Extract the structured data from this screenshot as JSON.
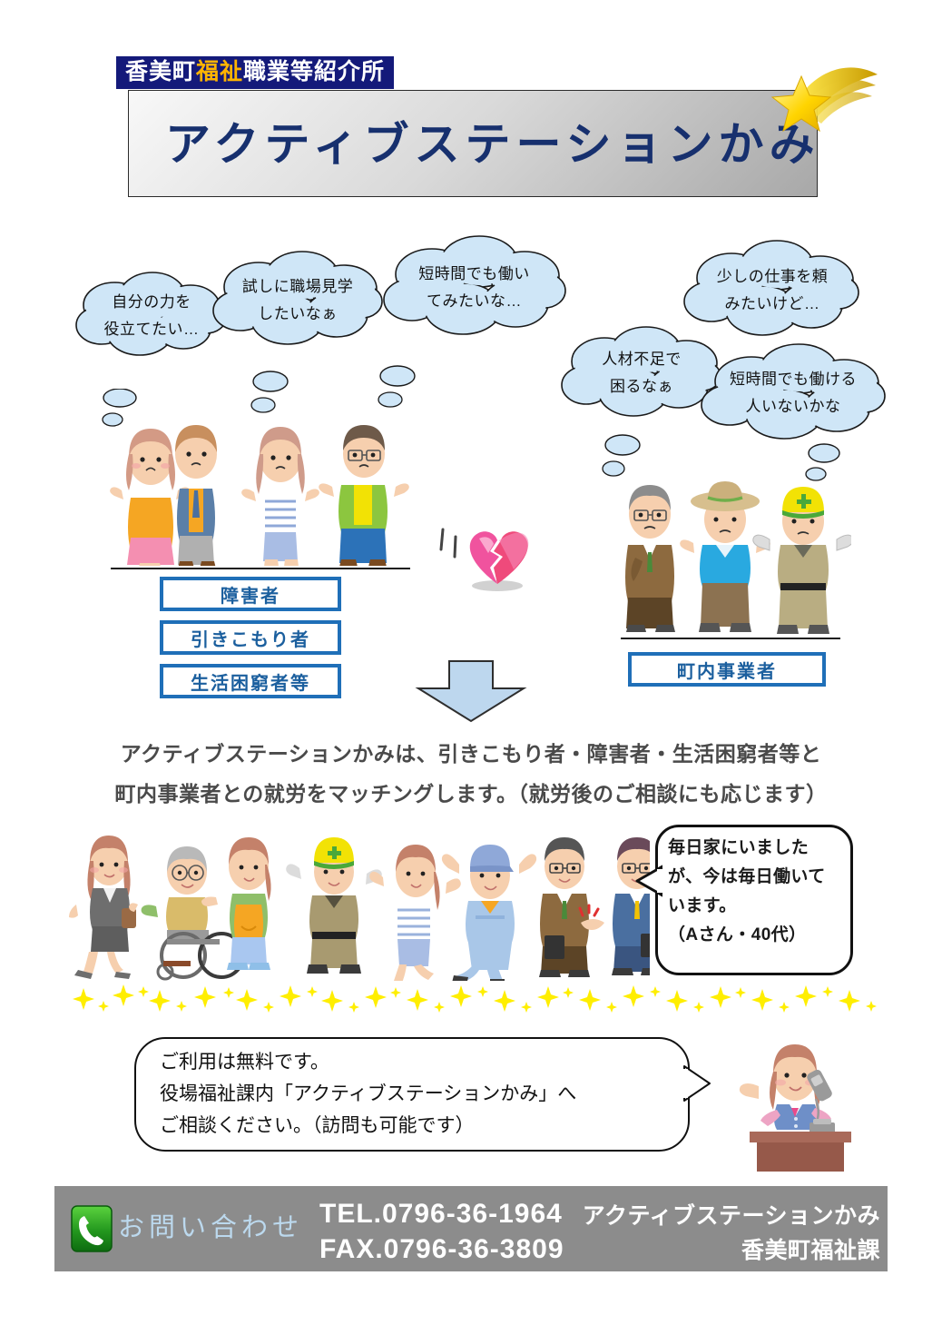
{
  "header": {
    "banner_prefix": "香美町",
    "banner_highlight": "福祉",
    "banner_suffix": "職業等紹介所",
    "title": "アクティブステーションかみ",
    "banner_bg": "#141a7a",
    "banner_highlight_color": "#ffb400",
    "title_color": "#17306e"
  },
  "seeker_bubbles": [
    {
      "line1": "自分の力を",
      "line2": "役立てたい…"
    },
    {
      "line1": "試しに職場見学",
      "line2": "したいなぁ"
    },
    {
      "line1": "短時間でも働い",
      "line2": "てみたいな…"
    }
  ],
  "employer_bubbles": [
    {
      "line1": "少しの仕事を頼",
      "line2": "みたいけど…"
    },
    {
      "line1": "人材不足で",
      "line2": "困るなぁ"
    },
    {
      "line1": "短時間でも働ける",
      "line2": "人いないかな"
    }
  ],
  "seeker_tags": [
    "障害者",
    "引きこもり者",
    "生活困窮者等"
  ],
  "employer_tag": "町内事業者",
  "statement": {
    "line1": "アクティブステーションかみは、引きこもり者・障害者・生活困窮者等と",
    "line2": "町内事業者との就労をマッチングします。（就労後のご相談にも応じます）",
    "color": "#4a4a4a"
  },
  "testimonial": {
    "line1": "毎日家にいました",
    "line2": "が、今は毎日働いて",
    "line3": "います。",
    "line4": "（Aさん・40代）"
  },
  "info_bubble": {
    "line1": "ご利用は無料です。",
    "line2": "役場福祉課内「アクティブステーションかみ」へ",
    "line3": "ご相談ください。（訪問も可能です）"
  },
  "footer": {
    "contact_label": "お問い合わせ",
    "tel": "TEL.0796-36-1964",
    "fax": "FAX.0796-36-3809",
    "org_line1": "アクティブステーションかみ",
    "org_line2": "香美町福祉課",
    "bar_color": "#8c8c8c",
    "label_color": "#bcd9ee",
    "icon_color": "#1e9e2e"
  },
  "decor": {
    "arrow_color": "#bdd7ee",
    "bubble_fill": "#cfe6f7",
    "bubble_stroke": "#1a1a1a",
    "sparkle_color": "#ffee00",
    "heart_color": "#f0539e",
    "star_color": "#ffd700"
  }
}
